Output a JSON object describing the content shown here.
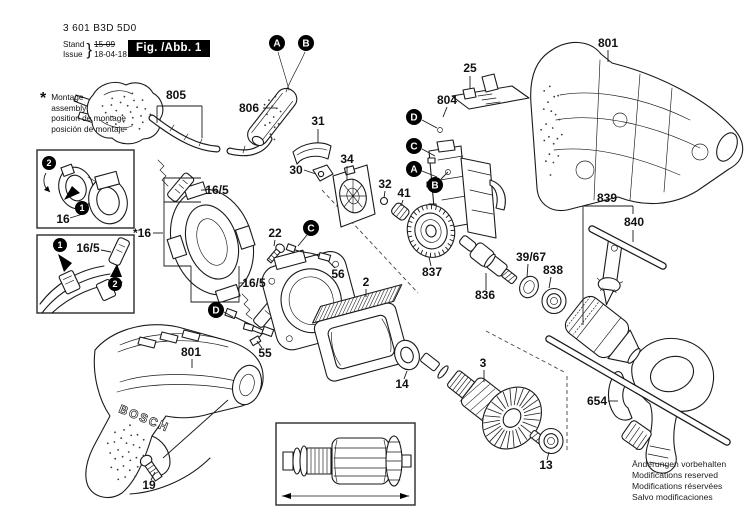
{
  "header": {
    "type_number": "3 601 B3D 5D0",
    "stand_label": "Stand",
    "issue_label": "Issue",
    "brace": "}",
    "superseded_date": "15-09",
    "issue_date": "18-04-18",
    "figure_badge": "Fig. /Abb. 1"
  },
  "note": {
    "marker": "*",
    "line1": "Montage",
    "line2": "assembly",
    "line3": "position de montage",
    "line4": "posición de montaje"
  },
  "footer": {
    "line1": "Änderungen vorbehalten",
    "line2": "Modifications reserved",
    "line3": "Modifications réservées",
    "line4": "Salvo modificaciones"
  },
  "brand": "BOSCH",
  "labels": {
    "p805": "805",
    "p806": "806",
    "p31": "31",
    "p30": "30",
    "p34": "34",
    "p25": "25",
    "p804": "804",
    "p801_top": "801",
    "p839": "839",
    "p840": "840",
    "p_star16": "*16",
    "p16": "16",
    "p16_5_a": "16/5",
    "p16_5_b": "16/5",
    "p16_5_c": "16/5",
    "p22": "22",
    "p56": "56",
    "p2": "2",
    "p32": "32",
    "p41": "41",
    "p837": "837",
    "p836": "836",
    "p39_67": "39/67",
    "p838": "838",
    "p801_bottom": "801",
    "p55": "55",
    "p19": "19",
    "p14": "14",
    "p3": "3",
    "p13": "13",
    "p654": "654"
  },
  "callouts": {
    "a": "A",
    "b": "B",
    "c": "C",
    "d": "D"
  },
  "steps": {
    "s1": "1",
    "s2": "2"
  }
}
